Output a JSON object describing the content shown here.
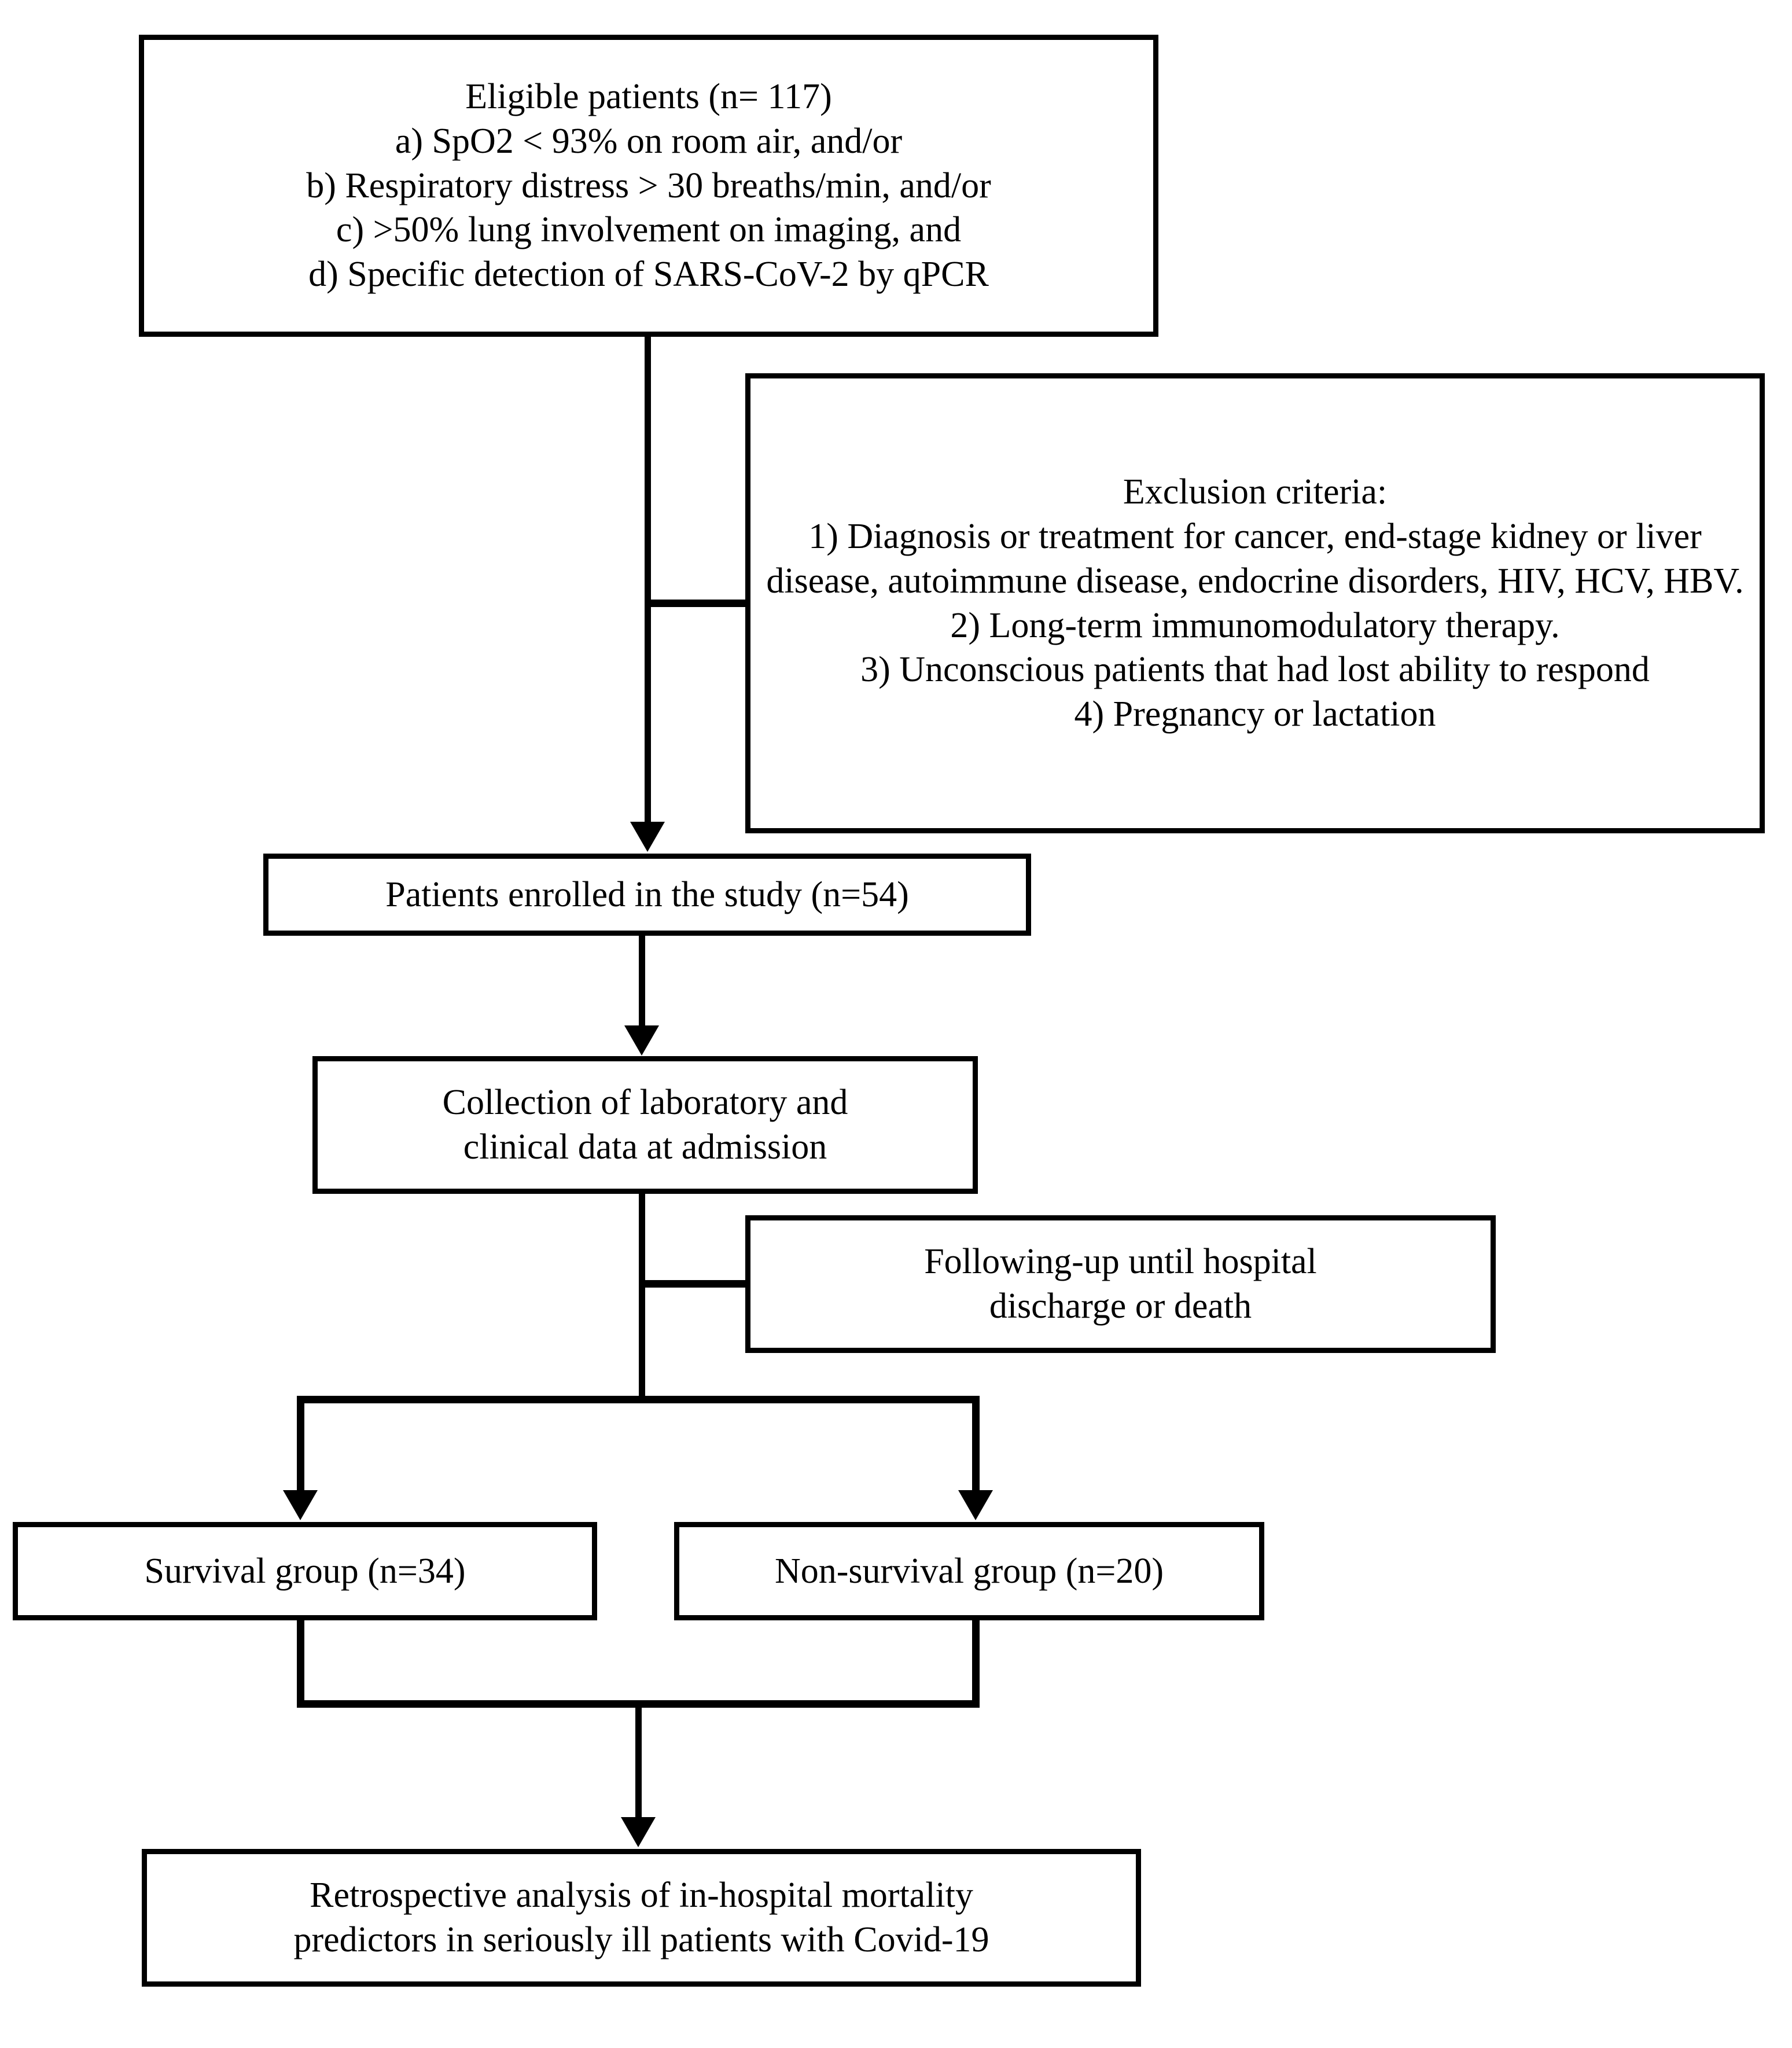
{
  "diagram": {
    "type": "flowchart",
    "orientation": "top-to-bottom",
    "nodes": {
      "eligible": {
        "label": "Eligible patients (n= 117)\na)  SpO2 < 93% on room air, and/or\nb)  Respiratory distress > 30 breaths/min, and/or\nc)  >50% lung involvement on imaging, and\nd)  Specific detection of SARS-CoV-2 by qPCR"
      },
      "exclusion": {
        "label": "Exclusion criteria:\n1)  Diagnosis or treatment for cancer, end-stage kidney or liver disease, autoimmune disease, endocrine disorders, HIV, HCV, HBV.\n2)  Long-term immunomodulatory therapy.\n3)  Unconscious patients that had lost ability to respond\n4)  Pregnancy or lactation"
      },
      "enrolled": {
        "label": "Patients enrolled in the study (n=54)"
      },
      "collection": {
        "label": "Collection of laboratory and\nclinical data at admission"
      },
      "followup": {
        "label": "Following-up until hospital\ndischarge or death"
      },
      "survival": {
        "label": "Survival group (n=34)"
      },
      "nonsurvival": {
        "label": "Non-survival group (n=20)"
      },
      "final": {
        "label": "Retrospective analysis of in-hospital mortality\npredictors in seriously ill patients with Covid-19"
      }
    },
    "counts": {
      "eligible_patients": 117,
      "enrolled_patients": 54,
      "survival_group": 34,
      "non_survival_group": 20
    },
    "colors": {
      "box_border": "#000000",
      "box_fill": "#ffffff",
      "connector": "#000000",
      "text": "#000000"
    }
  }
}
